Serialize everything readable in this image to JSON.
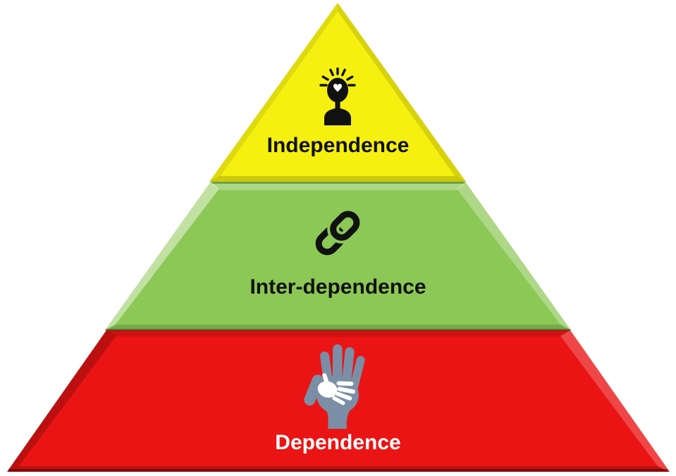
{
  "diagram_type": "3-level dependence maturity pyramid",
  "levels": [
    {
      "label": "Independence",
      "color": "#F5F00F",
      "text_color": "#111111",
      "icon": "enlightened-person-icon"
    },
    {
      "label": "Inter-dependence",
      "color": "#8CC855",
      "text_color": "#111111",
      "icon": "chain-link-icon"
    },
    {
      "label": "Dependence",
      "color": "#EB1414",
      "text_color": "#FFFFFF",
      "icon": "helping-hands-icon"
    }
  ],
  "colors": {
    "level_top": "#F5F00F",
    "level_mid": "#8CC855",
    "level_bottom": "#EB1414",
    "ink": "#111111",
    "label_dark": "#111111",
    "label_light": "#FFFFFF",
    "hand_large": "#7A8FA5",
    "hand_small": "#FFFFFF",
    "background": "#FFFFFF"
  }
}
